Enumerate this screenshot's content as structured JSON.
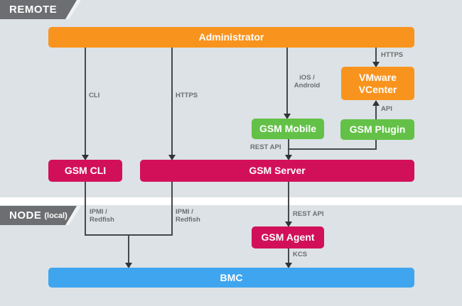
{
  "sections": {
    "remote": {
      "label": "REMOTE"
    },
    "node": {
      "label": "NODE",
      "sublabel": "(local)"
    }
  },
  "nodes": {
    "administrator": "Administrator",
    "vmware_vcenter": "VMware\nVCenter",
    "gsm_mobile": "GSM Mobile",
    "gsm_plugin": "GSM Plugin",
    "gsm_cli": "GSM CLI",
    "gsm_server": "GSM Server",
    "gsm_agent": "GSM Agent",
    "bmc": "BMC"
  },
  "edge_labels": {
    "cli": "CLI",
    "https_server": "HTTPS",
    "ios_android": "iOS /\nAndroid",
    "https_vcenter": "HTTPS",
    "api": "API",
    "rest_api_server": "REST API",
    "ipmi_redfish_left": "IPMI /\nRedfish",
    "ipmi_redfish_right": "IPMI /\nRedfish",
    "rest_api_agent": "REST API",
    "kcs": "KCS"
  },
  "connections": [
    {
      "from": "Administrator",
      "to": "GSM CLI",
      "label": "CLI"
    },
    {
      "from": "Administrator",
      "to": "GSM Server",
      "label": "HTTPS"
    },
    {
      "from": "Administrator",
      "to": "GSM Mobile",
      "label": "iOS / Android"
    },
    {
      "from": "Administrator",
      "to": "VMware VCenter",
      "label": "HTTPS"
    },
    {
      "from": "GSM Plugin",
      "to": "VMware VCenter",
      "label": "API"
    },
    {
      "from": "GSM Mobile",
      "to": "GSM Server",
      "label": "REST API"
    },
    {
      "from": "GSM Plugin",
      "to": "GSM Server",
      "label": "REST API"
    },
    {
      "from": "GSM CLI",
      "to": "BMC",
      "label": "IPMI / Redfish"
    },
    {
      "from": "GSM Server",
      "to": "BMC",
      "label": "IPMI / Redfish"
    },
    {
      "from": "GSM Server",
      "to": "GSM Agent",
      "label": "REST API"
    },
    {
      "from": "GSM Agent",
      "to": "BMC",
      "label": "KCS"
    }
  ],
  "colors": {
    "orange": "#F8941E",
    "green": "#63C148",
    "magenta": "#D2105A",
    "blue": "#3FA5EF",
    "banner_gray": "#6D6E71",
    "background": "#DCE2E5",
    "connector": "#46484B",
    "label_text": "#6B6E71",
    "box_text": "#FFFFFF"
  }
}
